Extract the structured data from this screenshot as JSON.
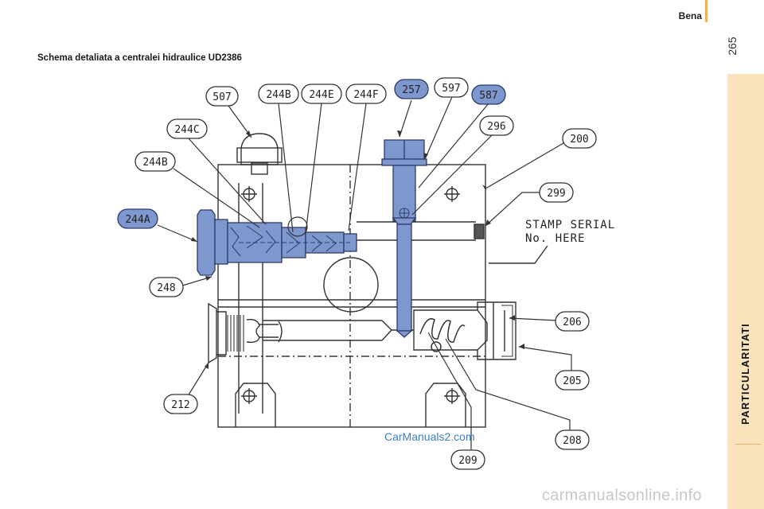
{
  "header": {
    "chapter": "Bena",
    "page_number": "265"
  },
  "sidebar": {
    "section": "PARTICULARITATI"
  },
  "figure": {
    "caption": "Schema detaliata a centralei hidraulice UD2386",
    "stamp_line_1": "STAMP SERIAL",
    "stamp_line_2": "No. HERE",
    "callouts": [
      {
        "code": "507",
        "highlight": false
      },
      {
        "code": "244B",
        "highlight": false
      },
      {
        "code": "244E",
        "highlight": false
      },
      {
        "code": "244F",
        "highlight": false
      },
      {
        "code": "257",
        "highlight": true
      },
      {
        "code": "597",
        "highlight": false
      },
      {
        "code": "587",
        "highlight": true
      },
      {
        "code": "244C",
        "highlight": false
      },
      {
        "code": "296",
        "highlight": false
      },
      {
        "code": "200",
        "highlight": false
      },
      {
        "code": "244B",
        "highlight": false
      },
      {
        "code": "299",
        "highlight": false
      },
      {
        "code": "244A",
        "highlight": true
      },
      {
        "code": "248",
        "highlight": false
      },
      {
        "code": "206",
        "highlight": false
      },
      {
        "code": "205",
        "highlight": false
      },
      {
        "code": "212",
        "highlight": false
      },
      {
        "code": "208",
        "highlight": false
      },
      {
        "code": "209",
        "highlight": false
      }
    ]
  },
  "watermarks": {
    "logo": "CarManuals2.com",
    "footer": "carmanualsonline.info"
  },
  "colors": {
    "highlight_fill": "#7f97cf",
    "sidebar_bg": "#fbe3bd",
    "accent": "#f3b05a"
  }
}
